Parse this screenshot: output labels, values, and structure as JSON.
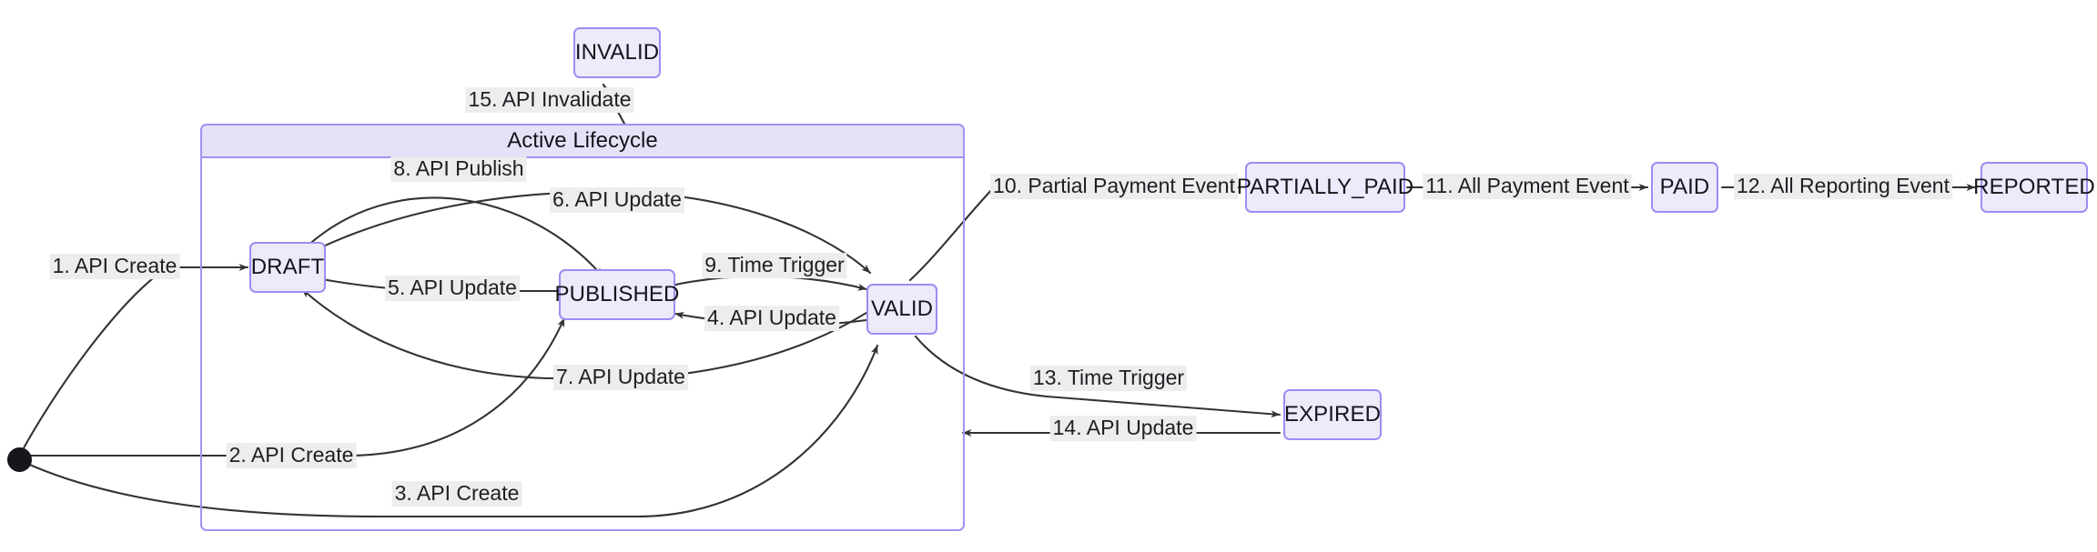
{
  "diagram": {
    "type": "state-machine",
    "title_visible": false,
    "colors": {
      "node_fill": "#ECEAFB",
      "node_border": "#9D8DF1",
      "composite_header_fill": "#E4E2F7",
      "composite_border": "#A193F0",
      "edge_stroke": "#333333",
      "label_background": "#EDEDED",
      "text": "#14141b",
      "start_node": "#16161c"
    },
    "composite": {
      "label": "Active Lifecycle",
      "contains": [
        "DRAFT",
        "PUBLISHED",
        "VALID"
      ]
    },
    "start_node": {
      "name": "start-state",
      "shape": "filled-circle"
    },
    "nodes": [
      {
        "id": "INVALID",
        "label": "INVALID"
      },
      {
        "id": "DRAFT",
        "label": "DRAFT"
      },
      {
        "id": "PUBLISHED",
        "label": "PUBLISHED"
      },
      {
        "id": "VALID",
        "label": "VALID"
      },
      {
        "id": "PARTIALLY_PAID",
        "label": "PARTIALLY_PAID"
      },
      {
        "id": "PAID",
        "label": "PAID"
      },
      {
        "id": "REPORTED",
        "label": "REPORTED"
      },
      {
        "id": "EXPIRED",
        "label": "EXPIRED"
      }
    ],
    "transitions": [
      {
        "n": 1,
        "label": "1. API Create",
        "from": "start",
        "to": "DRAFT"
      },
      {
        "n": 2,
        "label": "2. API Create",
        "from": "start",
        "to": "PUBLISHED"
      },
      {
        "n": 3,
        "label": "3. API Create",
        "from": "start",
        "to": "VALID"
      },
      {
        "n": 4,
        "label": "4. API Update",
        "from": "VALID",
        "to": "PUBLISHED"
      },
      {
        "n": 5,
        "label": "5. API Update",
        "from": "PUBLISHED",
        "to": "DRAFT"
      },
      {
        "n": 6,
        "label": "6. API Update",
        "from": "DRAFT",
        "to": "VALID"
      },
      {
        "n": 7,
        "label": "7. API Update",
        "from": "VALID",
        "to": "DRAFT"
      },
      {
        "n": 8,
        "label": "8. API Publish",
        "from": "DRAFT",
        "to": "PUBLISHED"
      },
      {
        "n": 9,
        "label": "9. Time Trigger",
        "from": "PUBLISHED",
        "to": "VALID"
      },
      {
        "n": 10,
        "label": "10. Partial Payment Event",
        "from": "VALID",
        "to": "PARTIALLY_PAID"
      },
      {
        "n": 11,
        "label": "11. All Payment Event",
        "from": "PARTIALLY_PAID",
        "to": "PAID"
      },
      {
        "n": 12,
        "label": "12. All Reporting Event",
        "from": "PAID",
        "to": "REPORTED"
      },
      {
        "n": 13,
        "label": "13. Time Trigger",
        "from": "VALID",
        "to": "EXPIRED"
      },
      {
        "n": 14,
        "label": "14. API Update",
        "from": "EXPIRED",
        "to": "VALID"
      },
      {
        "n": 15,
        "label": "15. API Invalidate",
        "from": "ActiveLifecycle",
        "to": "INVALID"
      }
    ]
  }
}
